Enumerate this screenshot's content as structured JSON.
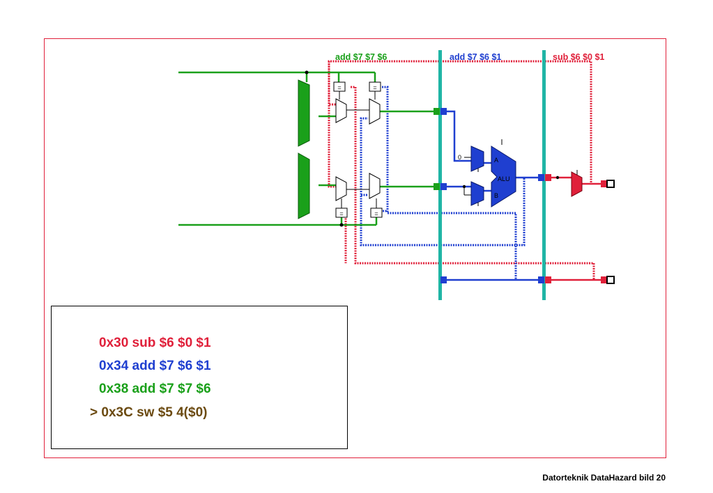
{
  "colors": {
    "frame": "#e0203a",
    "green": "#1aa01a",
    "blue": "#1f3fd0",
    "red": "#e0203a",
    "teal": "#1fb5a5",
    "brown": "#6b4a10"
  },
  "stages": [
    {
      "label": "add $7 $7 $6",
      "color": "#1aa01a"
    },
    {
      "label": "add $7 $6 $1",
      "color": "#1f3fd0"
    },
    {
      "label": "sub $6 $0 $1",
      "color": "#e0203a"
    }
  ],
  "alu": {
    "label": "ALU",
    "input_a": "A",
    "input_b": "B",
    "const_zero": "0"
  },
  "comparator_symbol": "=",
  "instructions": [
    {
      "text": "0x30 sub $6 $0 $1",
      "color": "#e0203a"
    },
    {
      "text": "0x34 add $7 $6 $1",
      "color": "#1f3fd0"
    },
    {
      "text": "0x38 add $7 $7 $6",
      "color": "#1aa01a"
    },
    {
      "text": "> 0x3C sw $5 4($0)",
      "color": "#6b4a10"
    }
  ],
  "footer": "Datorteknik DataHazard bild 20"
}
